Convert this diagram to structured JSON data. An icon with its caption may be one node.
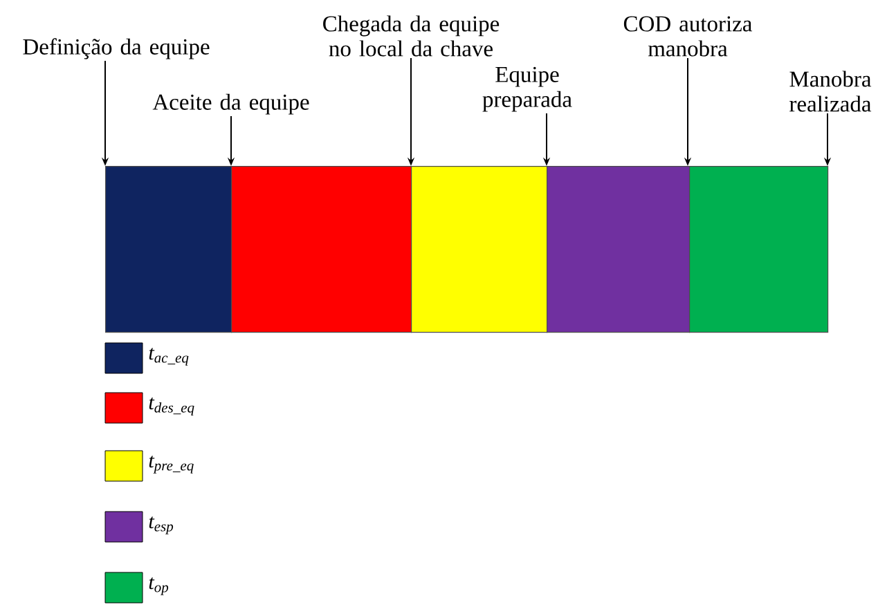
{
  "diagram": {
    "nodes": [
      {
        "text": [
          "Definição da equipe"
        ]
      },
      {
        "text": [
          "Aceite da equipe"
        ]
      },
      {
        "text": [
          "Chegada da equipe no local da chave"
        ]
      },
      {
        "text": [
          "Equipe preparada"
        ]
      },
      {
        "text": [
          "COD autoriza manobra"
        ]
      },
      {
        "text": [
          "Manobra realizada"
        ]
      },
      {
        "text": [],
        "shape": "bar"
      },
      {
        "text": [],
        "shape": "bar"
      },
      {
        "text": [],
        "shape": "bar"
      },
      {
        "text": [],
        "shape": "bar"
      },
      {
        "text": [],
        "shape": "bar"
      }
    ],
    "edges": [
      {
        "from": 0,
        "to": 6,
        "arrow": "to"
      },
      {
        "from": 1,
        "to": 6,
        "arrow": "to"
      },
      {
        "from": 2,
        "to": 8,
        "arrow": "to"
      },
      {
        "from": 3,
        "to": 8,
        "arrow": "to"
      },
      {
        "from": 4,
        "to": 10,
        "arrow": "to"
      },
      {
        "from": 5,
        "to": 10,
        "arrow": "to"
      }
    ],
    "legend": [
      {
        "text": "t$_{ac_eq}$",
        "color": "#0f2460"
      },
      {
        "text": "t$_{des_eq}$",
        "color": "#ff0000"
      },
      {
        "text": "t$_{pre_eq}$",
        "color": "#ffff00"
      },
      {
        "text": "t$_{esp}$",
        "color": "#7030a0"
      },
      {
        "text": "t$_{op}$",
        "color": "#00b050"
      }
    ]
  }
}
